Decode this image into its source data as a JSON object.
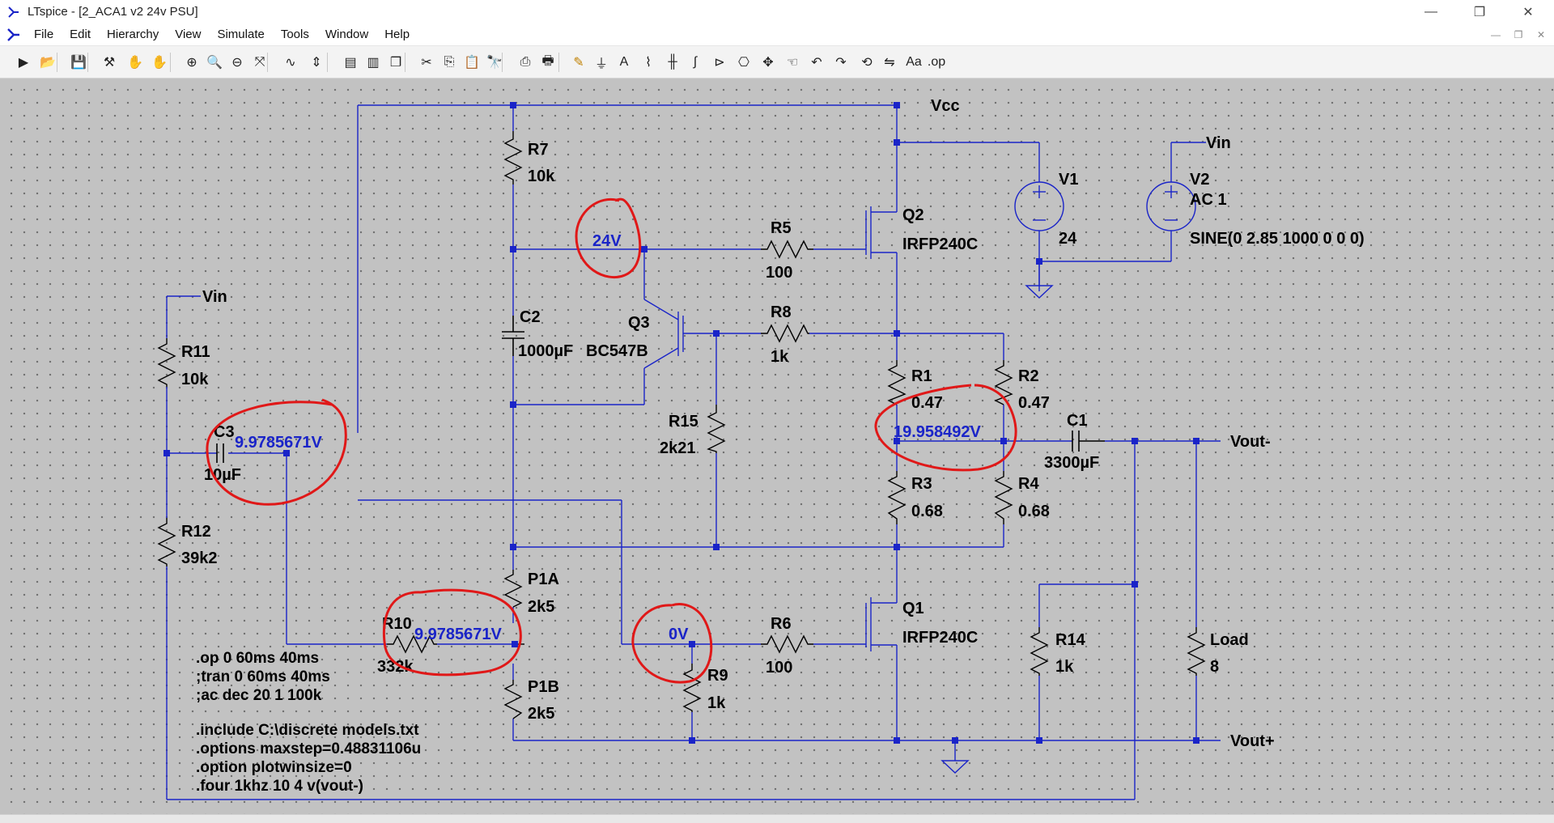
{
  "window": {
    "title": "LTspice - [2_ACA1 v2 24v PSU]"
  },
  "menu": [
    "File",
    "Edit",
    "Hierarchy",
    "View",
    "Simulate",
    "Tools",
    "Window",
    "Help"
  ],
  "toolbar_icons": [
    "run-icon",
    "open-icon",
    "save-icon",
    "control-panel-icon",
    "halt-icon",
    "pan-icon",
    "zoom-in-icon",
    "zoom-rect-icon",
    "zoom-out-icon",
    "zoom-fit-icon",
    "waveform-icon",
    "autorange-icon",
    "tile-h-icon",
    "tile-v-icon",
    "cascade-icon",
    "cut-icon",
    "copy-icon",
    "paste-icon",
    "find-icon",
    "print-setup-icon",
    "print-icon",
    "draw-wire-icon",
    "ground-icon",
    "label-net-icon",
    "resistor-icon",
    "capacitor-icon",
    "inductor-icon",
    "diode-icon",
    "component-icon",
    "move-icon",
    "drag-icon",
    "undo-icon",
    "redo-icon",
    "rotate-icon",
    "mirror-icon",
    "text-icon",
    "spice-directive-icon"
  ],
  "colors": {
    "wire": "#1a24c8",
    "label": "#000000",
    "annotation": "#e01818",
    "opvalue": "#1a24c8"
  },
  "components": {
    "R7": {
      "ref": "R7",
      "val": "10k"
    },
    "R5": {
      "ref": "R5",
      "val": "100"
    },
    "R8": {
      "ref": "R8",
      "val": "1k"
    },
    "R11": {
      "ref": "R11",
      "val": "10k"
    },
    "R12": {
      "ref": "R12",
      "val": "39k2"
    },
    "R15": {
      "ref": "R15",
      "val": "2k21"
    },
    "R1": {
      "ref": "R1",
      "val": "0.47"
    },
    "R2": {
      "ref": "R2",
      "val": "0.47"
    },
    "R3": {
      "ref": "R3",
      "val": "0.68"
    },
    "R4": {
      "ref": "R4",
      "val": "0.68"
    },
    "R6": {
      "ref": "R6",
      "val": "100"
    },
    "R9": {
      "ref": "R9",
      "val": "1k"
    },
    "R10": {
      "ref": "R10",
      "val": "332k"
    },
    "R14": {
      "ref": "R14",
      "val": "1k"
    },
    "P1A": {
      "ref": "P1A",
      "val": "2k5"
    },
    "P1B": {
      "ref": "P1B",
      "val": "2k5"
    },
    "Load": {
      "ref": "Load",
      "val": "8"
    },
    "C1": {
      "ref": "C1",
      "val": "3300µF"
    },
    "C2": {
      "ref": "C2",
      "val": "1000µF"
    },
    "C3": {
      "ref": "C3",
      "val": "10µF"
    },
    "Q1": {
      "ref": "Q1",
      "val": "IRFP240C"
    },
    "Q2": {
      "ref": "Q2",
      "val": "IRFP240C"
    },
    "Q3": {
      "ref": "Q3",
      "val": "BC547B"
    },
    "V1": {
      "ref": "V1",
      "val": "24"
    },
    "V2": {
      "ref": "V2",
      "val": "AC 1",
      "val2": "SINE(0 2.85 1000 0 0 0)"
    }
  },
  "nets": {
    "vcc": "Vcc",
    "vin_top": "Vin",
    "vin_left": "Vin",
    "vout_minus": "Vout-",
    "vout_plus": "Vout+"
  },
  "op_values": {
    "gate_q2": "24V",
    "c3_node": "9.9785671V",
    "r10_node": "9.9785671V",
    "gate_q1": "0V",
    "output_mid": "19.958492V"
  },
  "directives": [
    ".op 0 60ms 40ms",
    ";tran 0 60ms 40ms",
    ";ac dec 20 1 100k",
    ".include C:\\discrete models.txt",
    ".options maxstep=0.48831106u",
    ".option plotwinsize=0",
    ".four 1khz 10 4 v(vout-)"
  ]
}
